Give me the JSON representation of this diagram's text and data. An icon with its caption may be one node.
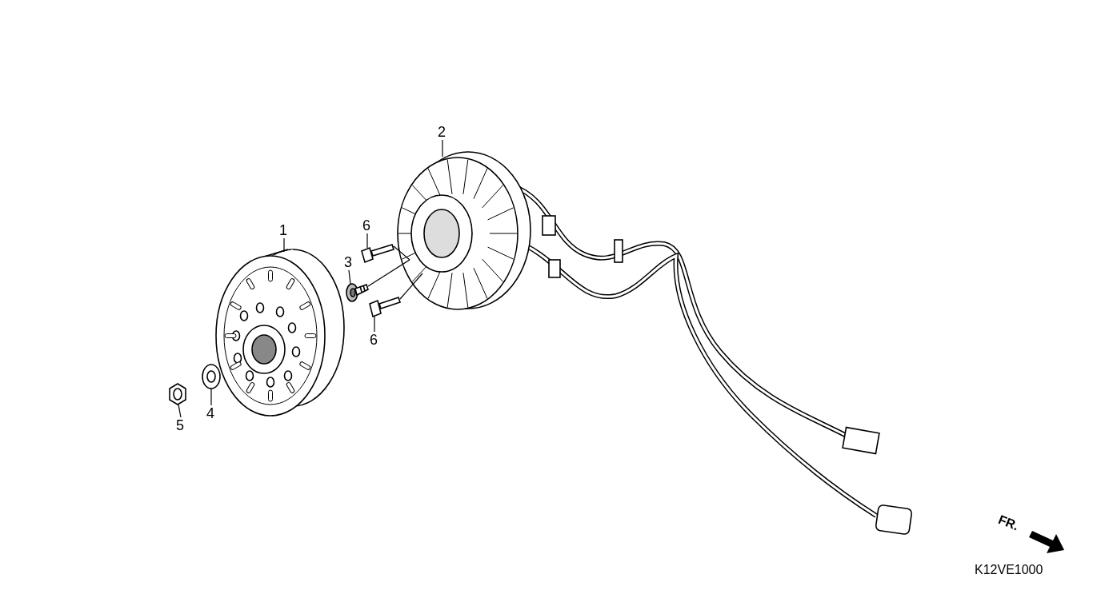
{
  "diagram": {
    "nodes": [
      {
        "text": [
          "1"
        ]
      },
      {
        "text": [],
        "shape": "picture"
      },
      {
        "text": [
          "2"
        ]
      },
      {
        "text": [],
        "shape": "picture"
      },
      {
        "text": [
          "3"
        ]
      },
      {
        "text": [],
        "shape": "picture"
      },
      {
        "text": [
          "6"
        ]
      },
      {
        "text": [],
        "shape": "picture"
      },
      {
        "text": [
          "6"
        ]
      },
      {
        "text": [],
        "shape": "picture"
      },
      {
        "text": [
          "4"
        ]
      },
      {
        "text": [],
        "shape": "picture"
      },
      {
        "text": [
          "5"
        ]
      },
      {
        "text": [],
        "shape": "picture"
      }
    ],
    "edges": [
      {
        "from": 0,
        "to": 1,
        "arrow": "none"
      },
      {
        "from": 2,
        "to": 3,
        "arrow": "none"
      },
      {
        "from": 4,
        "to": 5,
        "arrow": "none"
      },
      {
        "from": 6,
        "to": 7,
        "arrow": "none"
      },
      {
        "from": 8,
        "to": 9,
        "arrow": "none"
      },
      {
        "from": 10,
        "to": 11,
        "arrow": "none"
      },
      {
        "from": 12,
        "to": 13,
        "arrow": "none"
      },
      {
        "from": 7,
        "to": 3,
        "arrow": "none"
      },
      {
        "from": 5,
        "to": 3,
        "arrow": "none"
      },
      {
        "from": 9,
        "to": 3,
        "arrow": "none"
      }
    ],
    "labels": [
      "FR.",
      "K12VE1000"
    ]
  }
}
